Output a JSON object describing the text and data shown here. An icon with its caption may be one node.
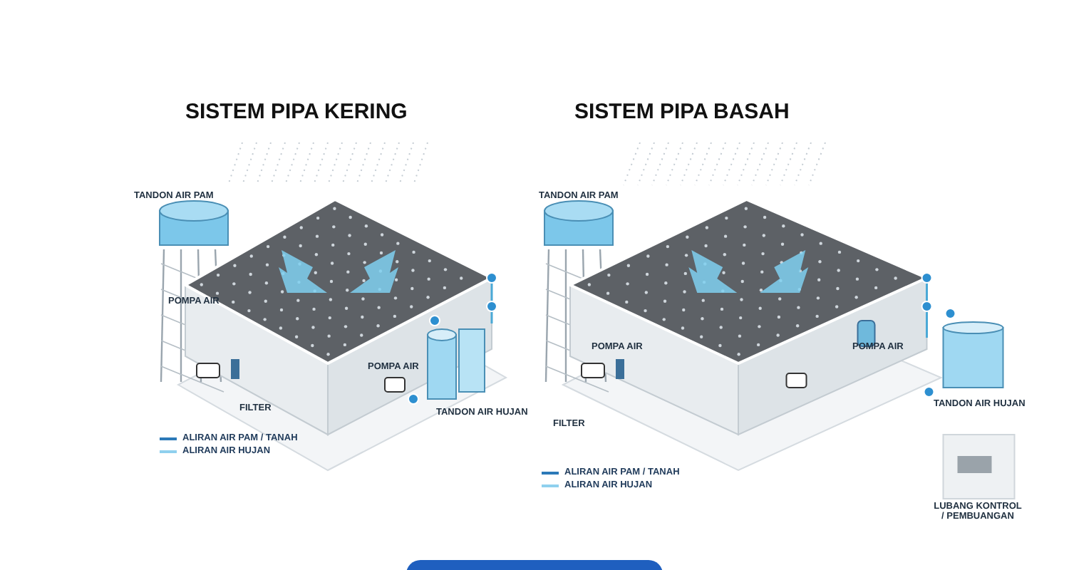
{
  "diagram": {
    "labels": [
      "SISTEM PIPA KERING",
      "SISTEM PIPA BASAH",
      "TANDON AIR PAM",
      "POMPA AIR",
      "FILTER",
      "POMPA AIR",
      "TANDON AIR HUJAN",
      "TANDON AIR PAM",
      "POMPA AIR",
      "FILTER",
      "POMPA AIR",
      "TANDON AIR HUJAN",
      "LUBANG KONTROL / PEMBUANGAN"
    ],
    "legend": [
      {
        "text": "ALIRAN AIR PAM / TANAH"
      },
      {
        "text": "ALIRAN AIR HUJAN"
      },
      {
        "text": "ALIRAN AIR PAM / TANAH"
      },
      {
        "text": "ALIRAN AIR HUJAN"
      }
    ]
  }
}
